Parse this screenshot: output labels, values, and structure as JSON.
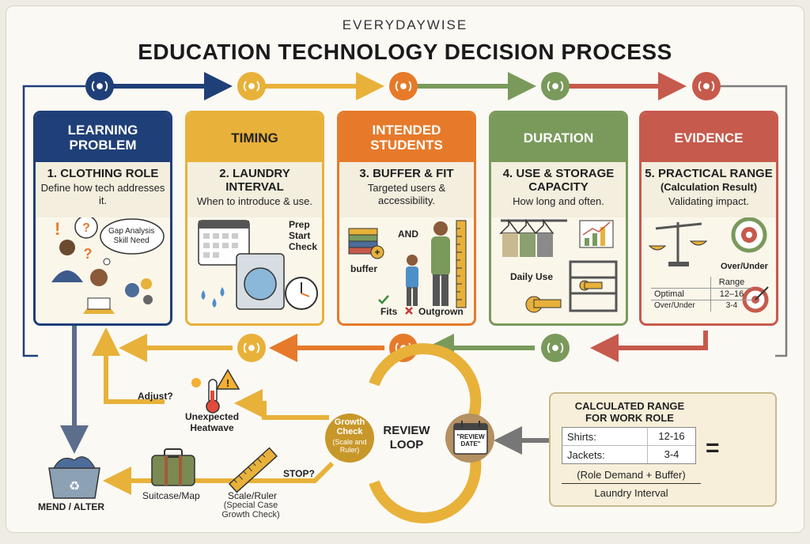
{
  "brand": "EVERYDAYWISE",
  "title": "EDUCATION TECHNOLOGY DECISION PROCESS",
  "colors": {
    "blue": "#1f3f78",
    "yellow": "#e8b13a",
    "orange": "#e67a2a",
    "green": "#7a9a5c",
    "red": "#c65a4c"
  },
  "cards": [
    {
      "head": "LEARNING\nPROBLEM",
      "title": "1. CLOTHING ROLE",
      "desc": "Define how tech addresses it."
    },
    {
      "head": "TIMING",
      "title": "2. LAUNDRY INTERVAL",
      "desc": "When to introduce & use."
    },
    {
      "head": "INTENDED\nSTUDENTS",
      "title": "3. BUFFER & FIT",
      "desc": "Targeted users & accessibility."
    },
    {
      "head": "DURATION",
      "title": "4. USE & STORAGE CAPACITY",
      "desc": "How long and often."
    },
    {
      "head": "EVIDENCE",
      "title": "5. PRACTICAL RANGE",
      "title2": "(Calculation Result)",
      "desc": "Validating impact."
    }
  ],
  "card1": {
    "cloud": "Gap Analysis\nSkill Need"
  },
  "card2": {
    "list": "Prep\nStart\nCheck"
  },
  "card3": {
    "and": "AND",
    "buffer": "buffer",
    "fits": "Fits",
    "outgrown": "Outgrown"
  },
  "card4": {
    "daily": "Daily Use"
  },
  "card5": {
    "overunder": "Over/Under",
    "range_header": "Range",
    "rows": [
      {
        "k": "Optimal",
        "v": "12–16"
      },
      {
        "k": "Over/Under",
        "v": "3-4"
      }
    ]
  },
  "loop": {
    "adjust": "Adjust?",
    "heatwave": "Unexpected\nHeatwave",
    "growth_title": "Growth\nCheck",
    "growth_sub": "(Scale and\nRuler)",
    "review": "REVIEW\nLOOP",
    "review_date": "\"REVIEW\nDATE\"",
    "stop": "STOP?",
    "suitcase": "Suitcase/Map",
    "scale": "Scale/Ruler",
    "scale_sub": "(Special Case\nGrowth Check)",
    "mend": "MEND / ALTER"
  },
  "range": {
    "title": "CALCULATED RANGE\nFOR WORK ROLE",
    "rows": [
      {
        "k": "Shirts:",
        "v": "12-16"
      },
      {
        "k": "Jackets:",
        "v": "3-4"
      }
    ],
    "formula_top": "(Role Demand + Buffer)",
    "formula_bottom": "Laundry Interval",
    "equals": "="
  }
}
